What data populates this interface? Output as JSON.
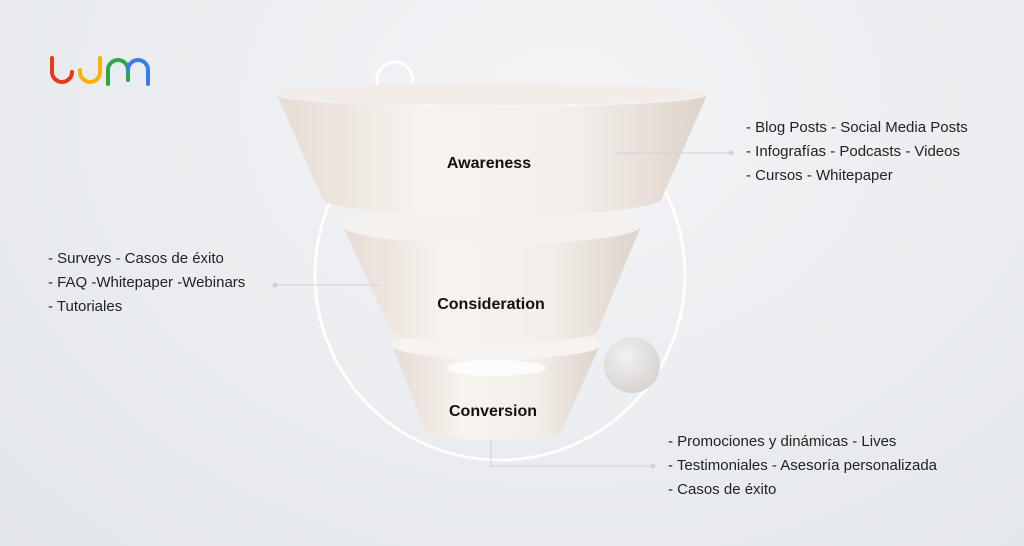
{
  "logo": {
    "text": "udm",
    "colors": [
      "#e53a16",
      "#fbb208",
      "#2aa84a",
      "#3a7bf0"
    ]
  },
  "stages": [
    {
      "label": "Awareness",
      "items": [
        "- Blog Posts - Social Media Posts",
        "- Infografías - Podcasts - Videos",
        "- Cursos - Whitepaper"
      ]
    },
    {
      "label": "Consideration",
      "items": [
        "- Surveys - Casos de éxito",
        "- FAQ -Whitepaper -Webinars",
        "- Tutoriales"
      ]
    },
    {
      "label": "Conversion",
      "items": [
        "- Promociones y dinámicas - Lives",
        "- Testimoniales - Asesoría personalizada",
        "- Casos de éxito"
      ]
    }
  ]
}
